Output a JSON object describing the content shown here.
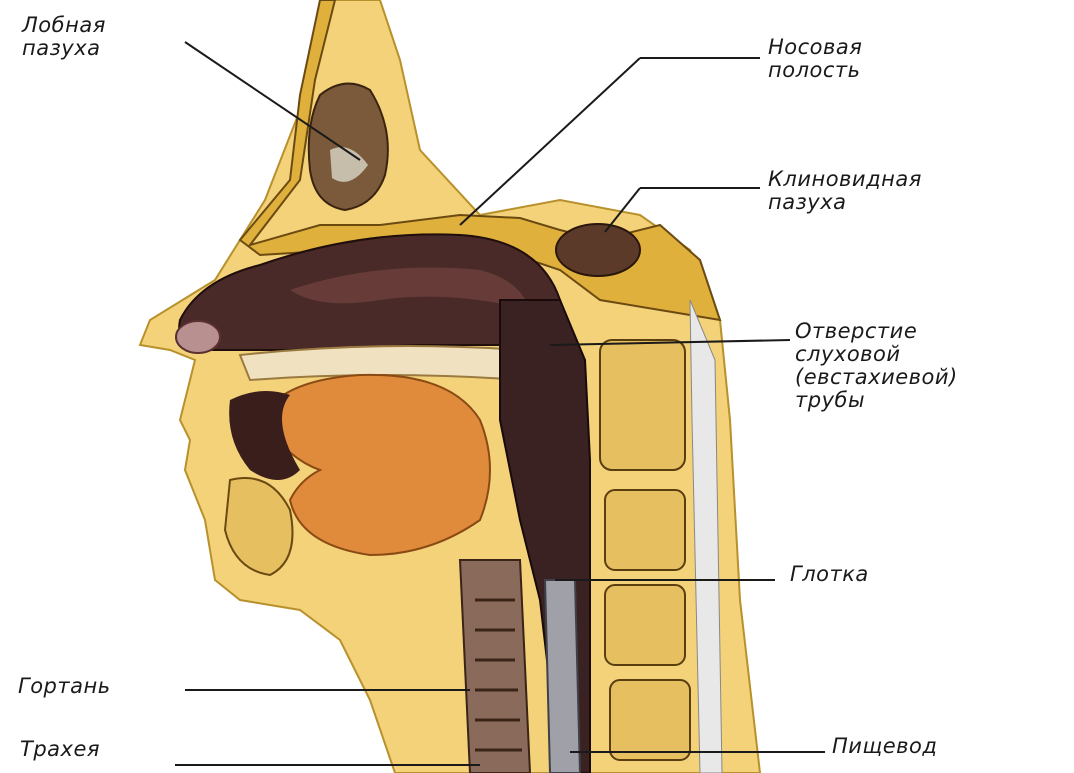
{
  "labels": {
    "frontal_sinus": [
      "Лобная",
      "пазуха"
    ],
    "nasal_cavity": [
      "Носовая",
      "полость"
    ],
    "sphenoid_sinus": [
      "Клиновидная",
      "пазуха"
    ],
    "auditory_tube_opening": [
      "Отверстие",
      "слуховой",
      "(евстахиевой)",
      "трубы"
    ],
    "pharynx": [
      "Глотка"
    ],
    "larynx": [
      "Гортань"
    ],
    "trachea": [
      "Трахея"
    ],
    "esophagus": [
      "Пищевод"
    ]
  }
}
